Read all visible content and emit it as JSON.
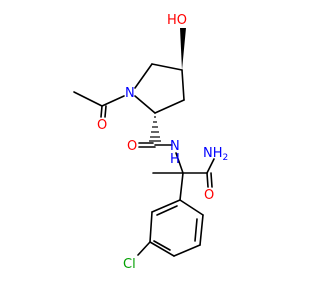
{
  "molecule": {
    "atom_labels": {
      "hydroxyl": "HO",
      "ring_n": "N",
      "acetyl_o": "O",
      "amide1_o": "O",
      "amide_n": "N",
      "amide_h": "H",
      "amide2_o": "O",
      "nh2": "NH",
      "nh2_sub": "2",
      "chlorine": "Cl"
    },
    "colors": {
      "oxygen": "#ff0000",
      "nitrogen": "#0000ff",
      "chlorine": "#00a000",
      "bond": "#000000",
      "background": "#ffffff"
    }
  }
}
